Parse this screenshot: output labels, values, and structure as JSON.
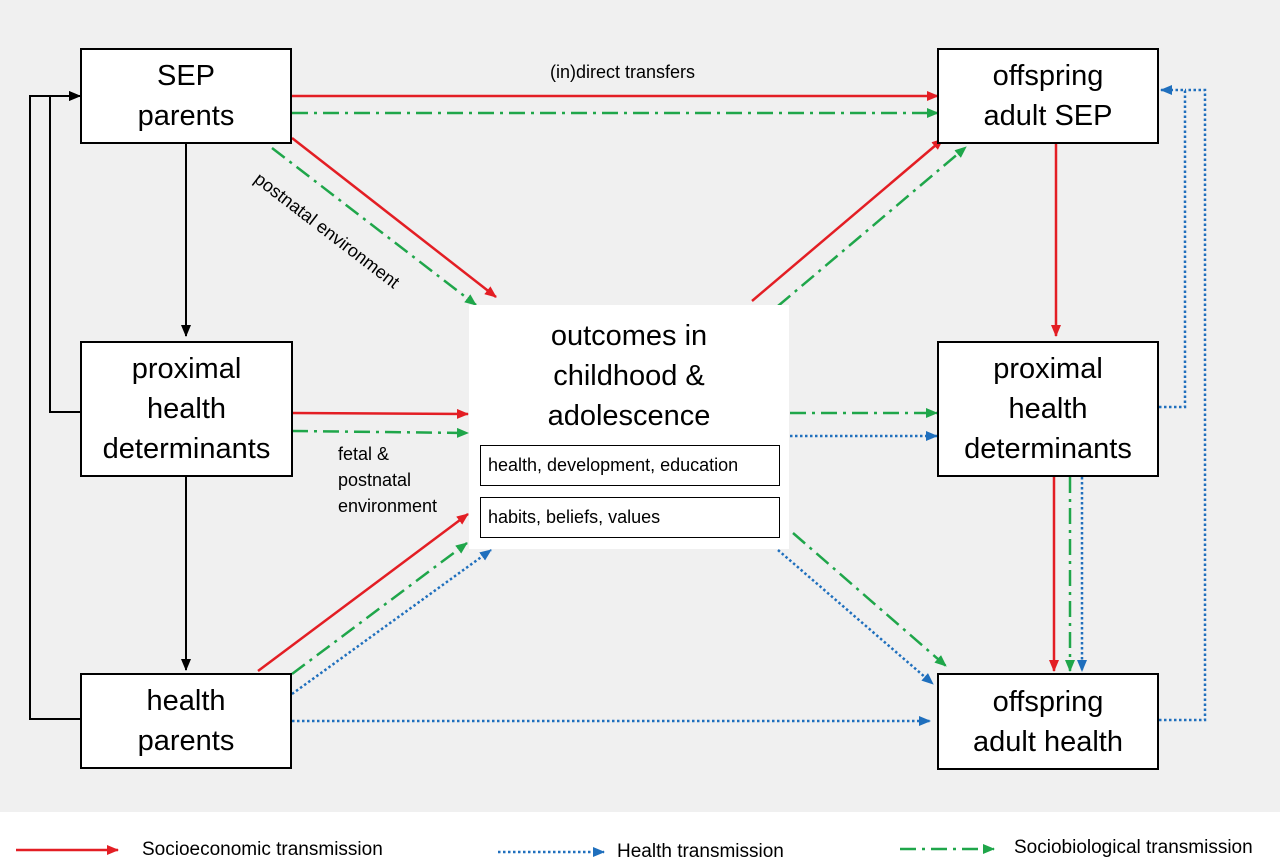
{
  "boxes": {
    "sep_parents": [
      "SEP",
      "parents"
    ],
    "proximal_left": [
      "proximal",
      "health",
      "determinants"
    ],
    "health_parents": [
      "health",
      "parents"
    ],
    "offspring_sep": [
      "offspring",
      "adult SEP"
    ],
    "proximal_right": [
      "proximal",
      "health",
      "determinants"
    ],
    "offspring_health": [
      "offspring",
      "adult health"
    ]
  },
  "center": {
    "title": [
      "outcomes in",
      "childhood &",
      "adolescence"
    ],
    "sub1": "health, development, education",
    "sub2": "habits, beliefs, values"
  },
  "labels": {
    "transfers": "(in)direct transfers",
    "postnatal": "postnatal environment",
    "fetal": [
      "fetal &",
      "postnatal",
      "environment"
    ]
  },
  "legend": {
    "socioeconomic": "Socioeconomic transmission",
    "health": "Health transmission",
    "sociobiological": "Sociobiological transmission"
  },
  "colors": {
    "socioeconomic": "#e31e24",
    "health": "#1f6fbd",
    "sociobiological": "#1fa64a",
    "structural": "#000000"
  }
}
